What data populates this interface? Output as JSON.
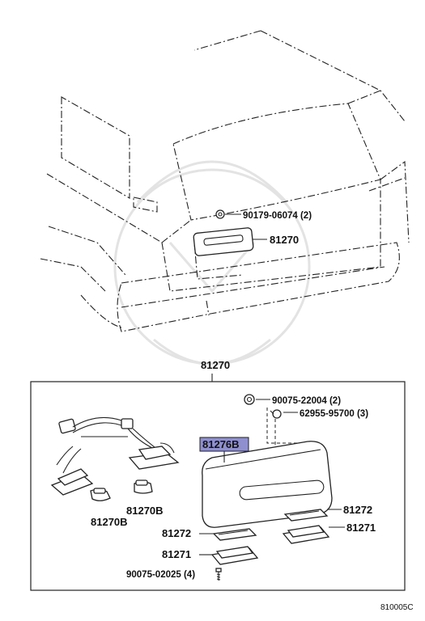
{
  "labels": {
    "bolt_top": "90179-06074 (2)",
    "lamp_top": "81270",
    "assembly": "81270",
    "clip_a": "90075-22004 (2)",
    "clip_b": "62955-95700 (3)",
    "housing": "81276B",
    "bulb_left": "81270B",
    "bulb_right": "81270B",
    "lens_right": "81272",
    "lens_left": "81272",
    "socket_right": "81271",
    "socket_left": "81271",
    "screw": "90075-02025 (4)",
    "diagram_code": "810005C"
  },
  "colors": {
    "highlight": "#8f8fd0",
    "line": "#222222"
  }
}
